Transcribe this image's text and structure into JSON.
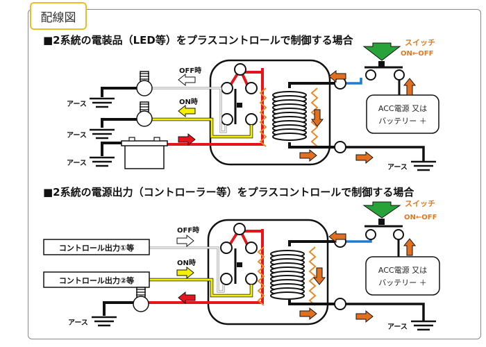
{
  "tag_label": "配線図",
  "section1": {
    "title": "■2系統の電装品（LED等）をプラスコントロールで制御する場合",
    "off_label": "OFF時",
    "on_label": "ON時",
    "ground_labels": [
      "アース",
      "アース",
      "アース"
    ],
    "switch_label": "スイッチ",
    "switch_state": "ON←OFF",
    "power_box_line1": "ACC電源 又は",
    "power_box_line2": "バッテリー ＋",
    "right_ground_label": "アース"
  },
  "section2": {
    "title": "■2系統の電源出力（コントローラー等）をプラスコントロールで制御する場合",
    "off_label": "OFF時",
    "on_label": "ON時",
    "output1_label": "コントロール出力①等",
    "output2_label": "コントロール出力②等",
    "ground_label": "アース",
    "switch_label": "スイッチ",
    "switch_state": "ON←OFF",
    "power_box_line1": "ACC電源 又は",
    "power_box_line2": "バッテリー ＋",
    "right_ground_label": "アース"
  },
  "colors": {
    "tag_border": "#f2b928",
    "wire_red": "#e8141b",
    "wire_yellow": "#f5f000",
    "wire_blue": "#1f7ad1",
    "arrow_orange": "#e07020",
    "arrow_green": "#27a33a",
    "switch_text": "#e07a20"
  }
}
